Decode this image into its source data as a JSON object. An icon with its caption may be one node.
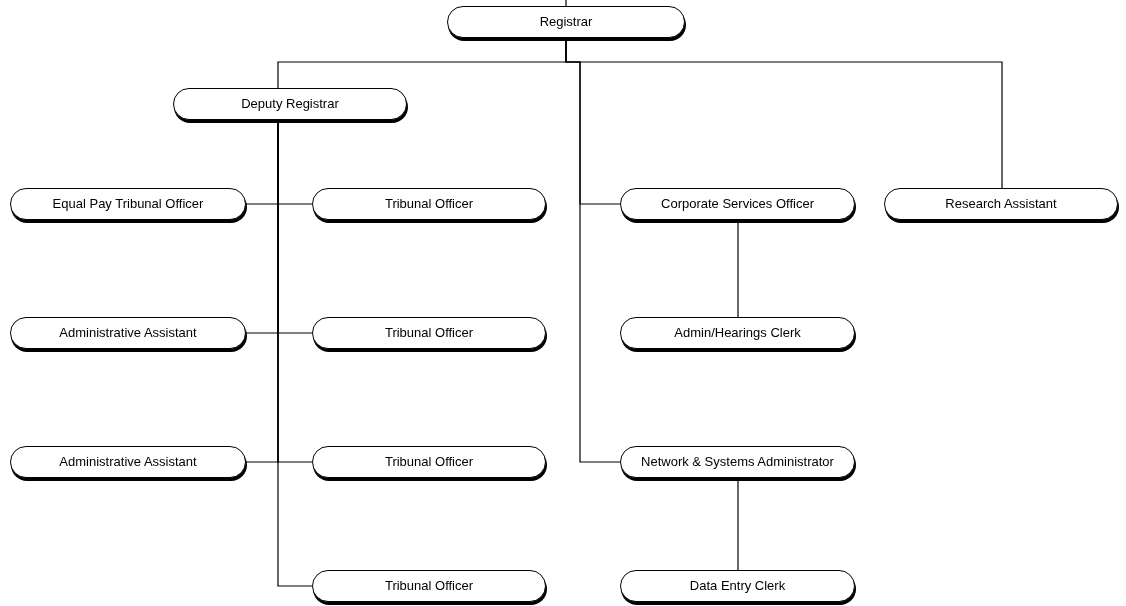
{
  "diagram": {
    "nodes": [
      {
        "text": [
          "Registrar"
        ]
      },
      {
        "text": [
          "Deputy Registrar"
        ]
      },
      {
        "text": [
          "Equal Pay Tribunal Officer"
        ]
      },
      {
        "text": [
          "Tribunal Officer"
        ]
      },
      {
        "text": [
          "Corporate Services Officer"
        ]
      },
      {
        "text": [
          "Research Assistant"
        ]
      },
      {
        "text": [
          "Administrative Assistant"
        ]
      },
      {
        "text": [
          "Tribunal Officer"
        ]
      },
      {
        "text": [
          "Admin/Hearings Clerk"
        ]
      },
      {
        "text": [
          "Administrative Assistant"
        ]
      },
      {
        "text": [
          "Tribunal Officer"
        ]
      },
      {
        "text": [
          "Network & Systems Administrator"
        ]
      },
      {
        "text": [
          "Tribunal Officer"
        ]
      },
      {
        "text": [
          "Data Entry Clerk"
        ]
      }
    ],
    "edges": [
      {
        "from": null,
        "to": 0,
        "arrow": "none"
      },
      {
        "from": 0,
        "to": 1,
        "arrow": "none"
      },
      {
        "from": 0,
        "to": 4,
        "arrow": "none"
      },
      {
        "from": 0,
        "to": 11,
        "arrow": "none"
      },
      {
        "from": 0,
        "to": 5,
        "arrow": "none"
      },
      {
        "from": 1,
        "to": 2,
        "arrow": "none"
      },
      {
        "from": 1,
        "to": 3,
        "arrow": "none"
      },
      {
        "from": 1,
        "to": 6,
        "arrow": "none"
      },
      {
        "from": 1,
        "to": 7,
        "arrow": "none"
      },
      {
        "from": 1,
        "to": 9,
        "arrow": "none"
      },
      {
        "from": 1,
        "to": 10,
        "arrow": "none"
      },
      {
        "from": 1,
        "to": 12,
        "arrow": "none"
      },
      {
        "from": 4,
        "to": 8,
        "arrow": "none"
      },
      {
        "from": 11,
        "to": 13,
        "arrow": "none"
      }
    ]
  }
}
